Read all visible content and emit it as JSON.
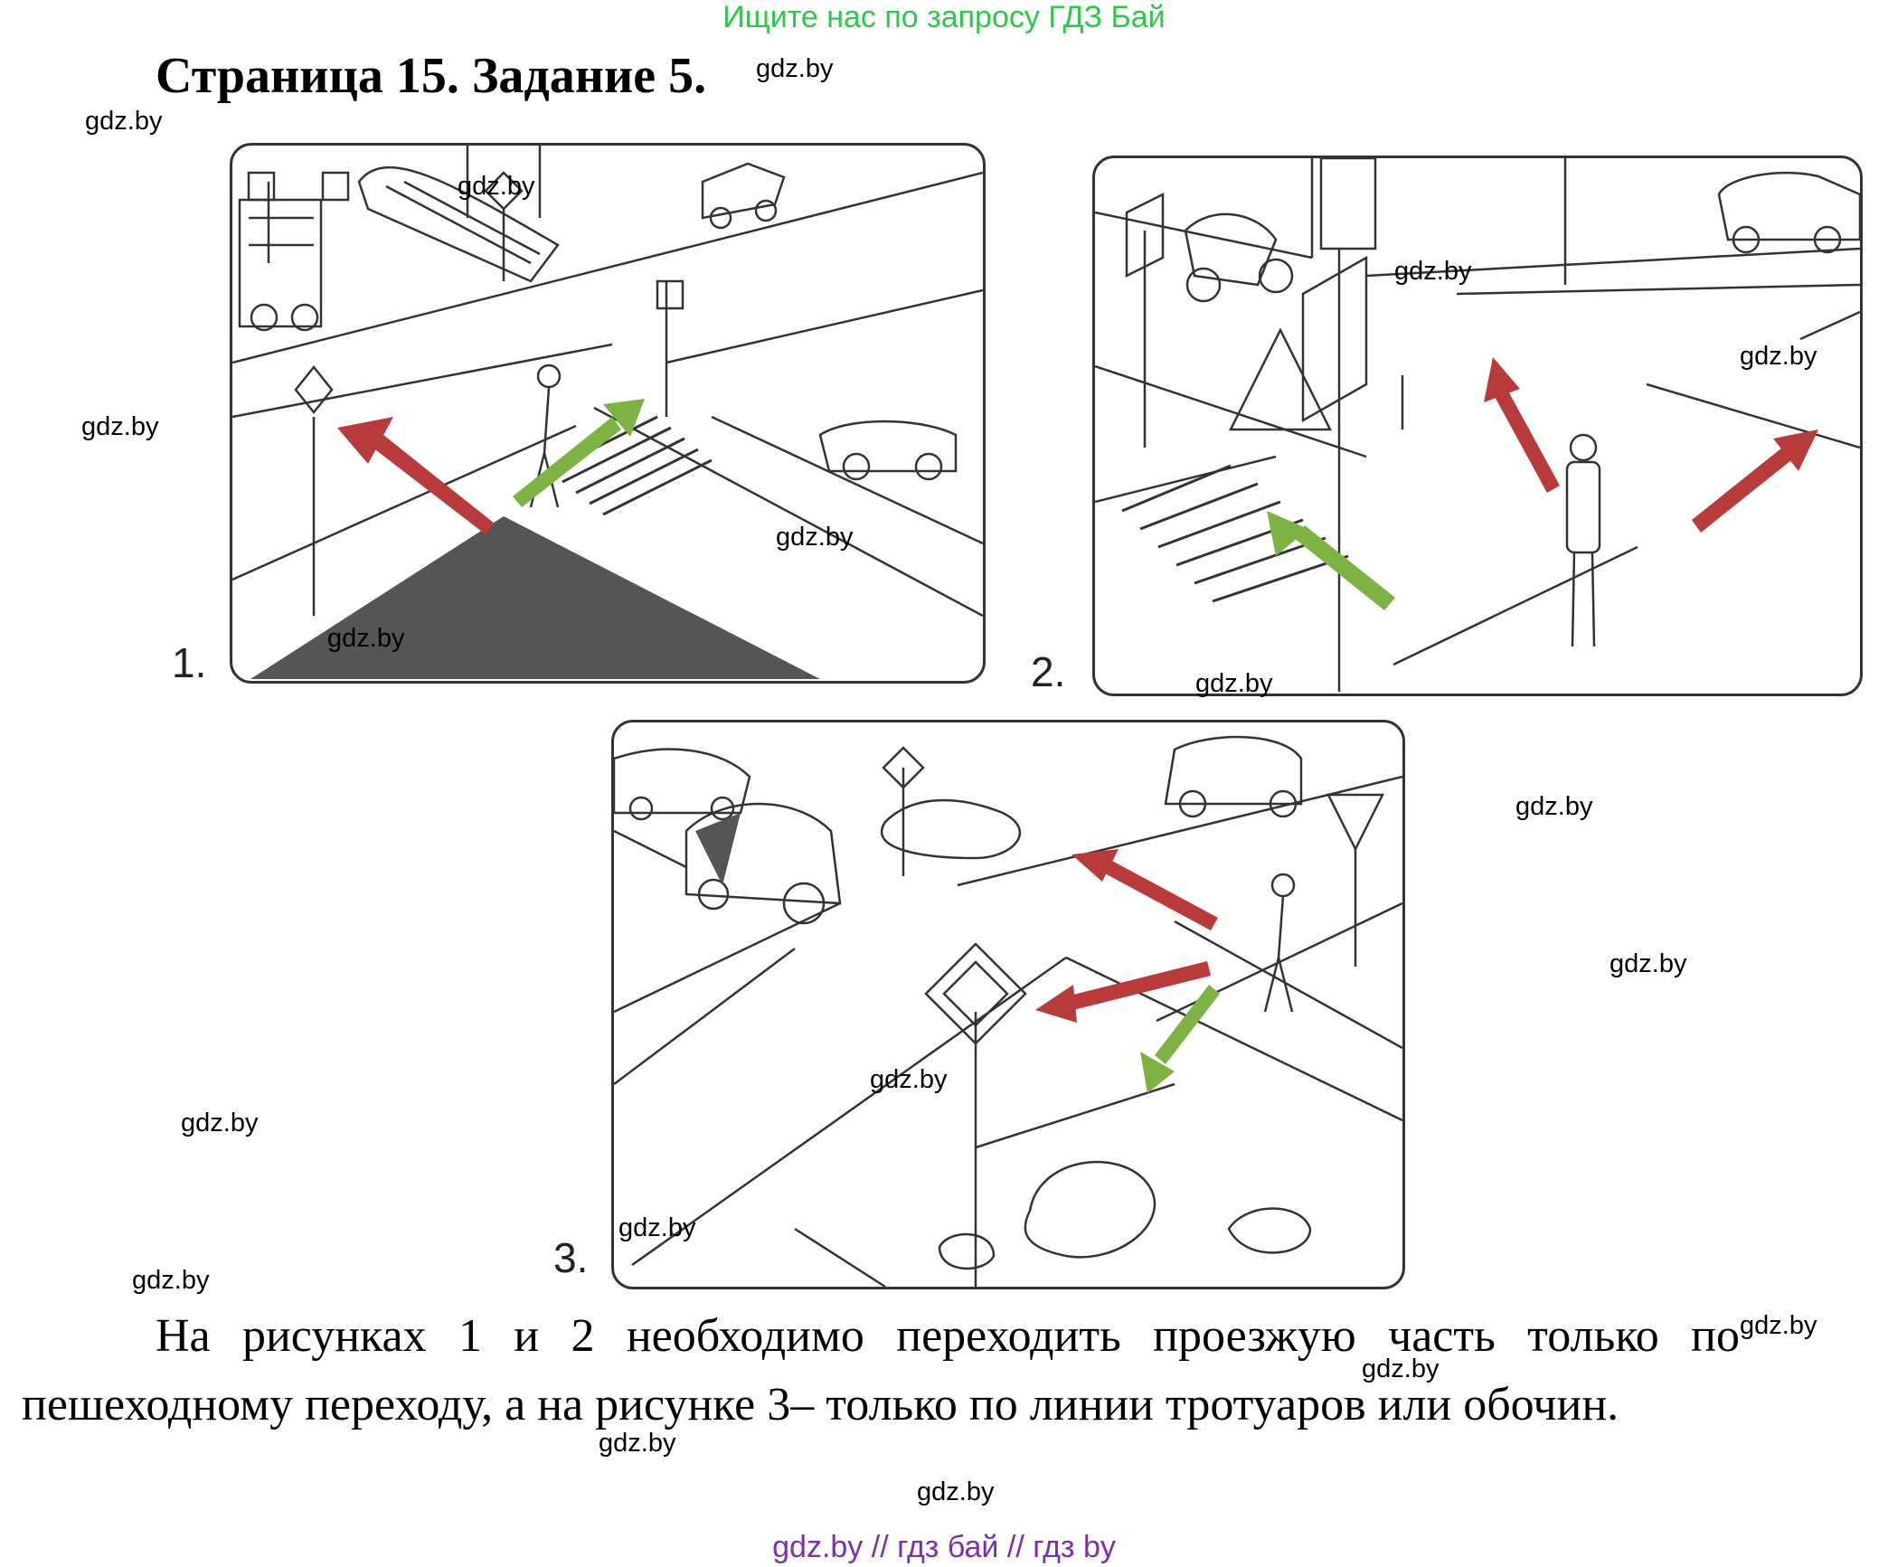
{
  "header": {
    "search_hint": "Ищите нас по запросу ГДЗ Бай",
    "title": "Страница 15. Задание 5."
  },
  "watermark": "gdz.by",
  "figures": [
    {
      "number": "1."
    },
    {
      "number": "2."
    },
    {
      "number": "3."
    }
  ],
  "answer": {
    "text": "На рисунках 1 и 2 необходимо переходить проезжую часть только по пешеходному переходу, а на рисунке 3– только по линии тротуаров или обочин."
  },
  "footer": {
    "links": "gdz.by  //  гдз бай  //  гдз by"
  },
  "colors": {
    "accent_green": "#2fc74a",
    "arrow_red": "#b83a3a",
    "arrow_green": "#7cb342",
    "footer_purple": "#7b2fb0"
  }
}
